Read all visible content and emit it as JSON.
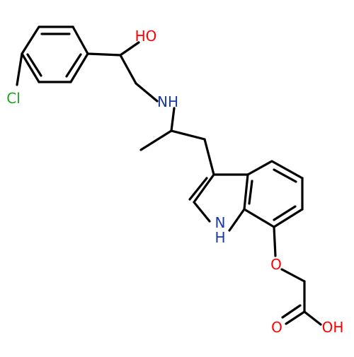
{
  "molecule": {
    "atom_labels": {
      "oh_top": "HO",
      "chlorine": "Cl",
      "amine": "NH",
      "indole_nh_n": "N",
      "indole_nh_h": "H",
      "ether_o": "O",
      "carbonyl_o": "O",
      "acid_oh": "OH"
    },
    "colors": {
      "bond": "#000000",
      "oxygen": "#ff0000",
      "nitrogen": "#1a3aa8",
      "chlorine": "#1aa51a"
    }
  }
}
